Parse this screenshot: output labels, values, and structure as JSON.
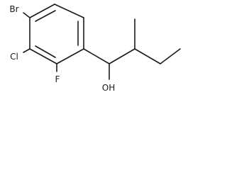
{
  "atoms": {
    "bromine": "Br",
    "chlorine": "Cl",
    "fluorine": "F",
    "hydroxyl": "OH"
  }
}
